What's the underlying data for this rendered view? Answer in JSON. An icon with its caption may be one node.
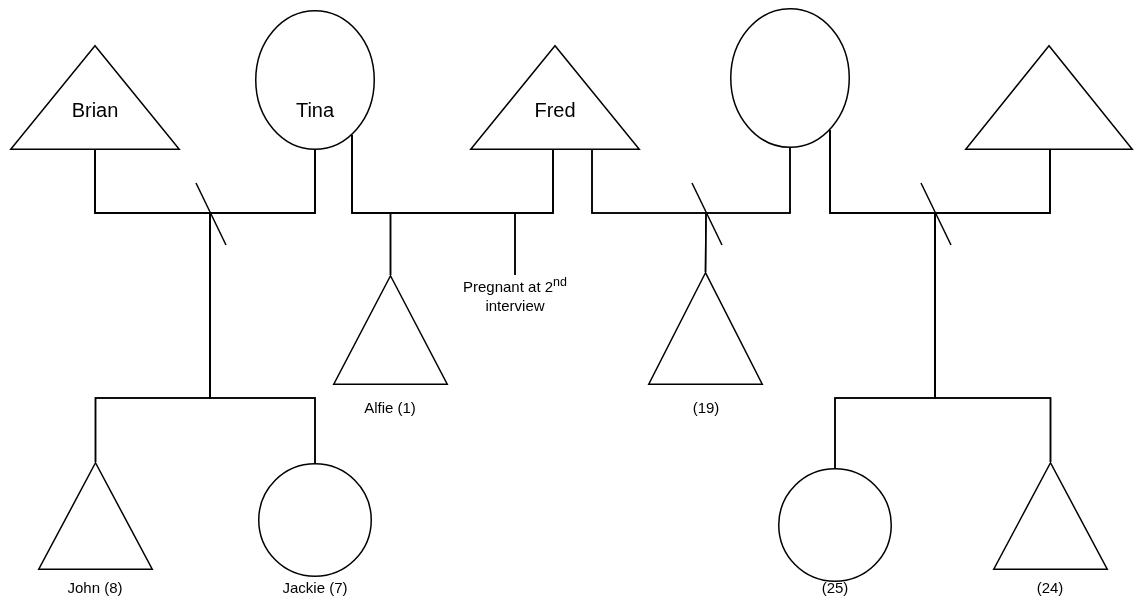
{
  "diagram": {
    "nodes": [
      {
        "text": [
          "Brian"
        ]
      },
      {
        "text": [
          "Tina"
        ]
      },
      {
        "text": [
          "Fred"
        ]
      },
      {
        "text": [],
        "shape": "circle"
      },
      {
        "text": [],
        "shape": "triangle"
      },
      {
        "text": [],
        "shape": "triangle",
        "beside": [
          "Alfie (1)"
        ]
      },
      {
        "text": [
          "Pregnant at 2$^{nd}$ interview"
        ]
      },
      {
        "text": [],
        "shape": "triangle",
        "beside": [
          "(19)"
        ]
      },
      {
        "text": [],
        "shape": "triangle",
        "beside": [
          "John (8)"
        ]
      },
      {
        "text": [],
        "shape": "circle",
        "beside": [
          "Jackie (7)"
        ]
      },
      {
        "text": [],
        "shape": "circle",
        "beside": [
          "(25)"
        ]
      },
      {
        "text": [],
        "shape": "triangle",
        "beside": [
          "(24)"
        ]
      }
    ],
    "edges": [
      {
        "from": 0,
        "to": 1,
        "arrow": "none"
      },
      {
        "from": 1,
        "to": 2,
        "arrow": "none"
      },
      {
        "from": 2,
        "to": 3,
        "arrow": "none"
      },
      {
        "from": 3,
        "to": 4,
        "arrow": "none"
      },
      {
        "from": 1,
        "to": 5,
        "arrow": "none"
      },
      {
        "from": 2,
        "to": 5,
        "arrow": "none"
      },
      {
        "from": 1,
        "to": 6,
        "arrow": "none"
      },
      {
        "from": 2,
        "to": 6,
        "arrow": "none"
      },
      {
        "from": 2,
        "to": 7,
        "arrow": "none"
      },
      {
        "from": 3,
        "to": 7,
        "arrow": "none"
      },
      {
        "from": 0,
        "to": 8,
        "arrow": "none"
      },
      {
        "from": 1,
        "to": 8,
        "arrow": "none"
      },
      {
        "from": 0,
        "to": 9,
        "arrow": "none"
      },
      {
        "from": 1,
        "to": 9,
        "arrow": "none"
      },
      {
        "from": 3,
        "to": 10,
        "arrow": "none"
      },
      {
        "from": 4,
        "to": 10,
        "arrow": "none"
      },
      {
        "from": 3,
        "to": 11,
        "arrow": "none"
      },
      {
        "from": 4,
        "to": 11,
        "arrow": "none"
      }
    ]
  }
}
